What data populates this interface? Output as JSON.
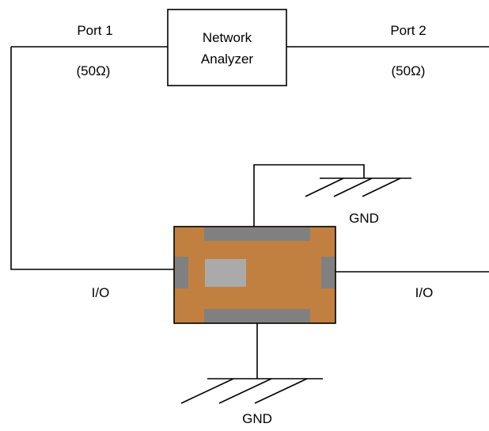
{
  "analyzer": {
    "line1": "Network",
    "line2": "Analyzer"
  },
  "port1": {
    "label": "Port 1",
    "impedance": "(50Ω)"
  },
  "port2": {
    "label": "Port 2",
    "impedance": "(50Ω)"
  },
  "io_left": "I/O",
  "io_right": "I/O",
  "gnd_top": "GND",
  "gnd_bottom": "GND",
  "colors": {
    "substrate": "#C1803F",
    "pad": "#808080",
    "die": "#AAAAAA",
    "line": "#000000"
  }
}
